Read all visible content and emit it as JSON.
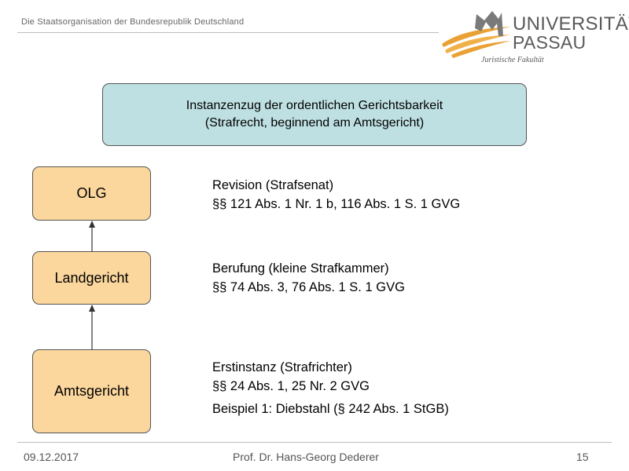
{
  "header": {
    "title": "Die Staatsorganisation der Bundesrepublik Deutschland"
  },
  "logo": {
    "university": "UNIVERSITÄT",
    "city": "PASSAU",
    "faculty": "Juristische Fakultät"
  },
  "title_box": {
    "line1": "Instanzenzug der ordentlichen Gerichtsbarkeit",
    "line2": "(Strafrecht, beginnend am Amtsgericht)"
  },
  "courts": [
    {
      "label": "OLG"
    },
    {
      "label": "Landgericht"
    },
    {
      "label": "Amtsgericht"
    }
  ],
  "descriptions": [
    {
      "line1": "Revision (Strafsenat)",
      "line2": "§§ 121 Abs. 1 Nr. 1 b, 116 Abs. 1 S. 1 GVG"
    },
    {
      "line1": "Berufung (kleine Strafkammer)",
      "line2": "§§ 74 Abs. 3, 76 Abs. 1 S. 1 GVG"
    },
    {
      "line1": "Erstinstanz (Strafrichter)",
      "line2": "§§ 24 Abs. 1, 25 Nr. 2 GVG",
      "example": "Beispiel 1: Diebstahl (§ 242 Abs. 1 StGB)"
    }
  ],
  "footer": {
    "date": "09.12.2017",
    "author": "Prof. Dr. Hans-Georg Dederer",
    "page": "15"
  },
  "colors": {
    "title_box": "#bfe0e2",
    "court_box": "#fbd79d",
    "logo_orange": "#e9a136",
    "logo_gray": "#5a5a5a"
  }
}
